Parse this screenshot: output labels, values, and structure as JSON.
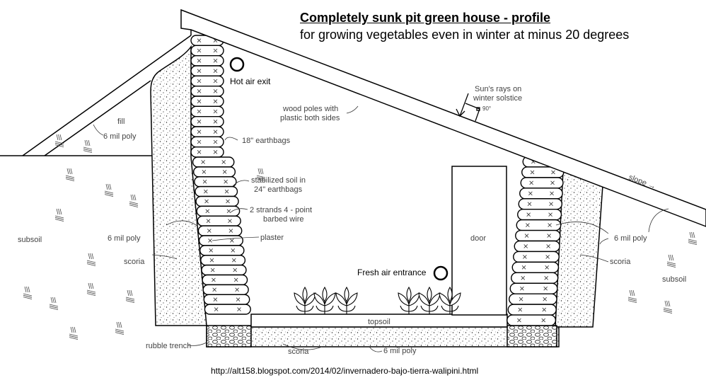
{
  "title": "Completely sunk pit green house - profile",
  "subtitle": "for growing vegetables even in winter at minus 20 degrees",
  "source_url": "http://alt158.blogspot.com/2014/02/invernadero-bajo-tierra-walipini.html",
  "labels": {
    "hot_air_exit": "Hot air exit",
    "fresh_air_entrance": "Fresh air entrance",
    "wood_poles_1": "wood poles with",
    "wood_poles_2": "plastic both sides",
    "suns_rays_1": "Sun's rays on",
    "suns_rays_2": "winter solstice",
    "angle": "90°",
    "fill": "fill",
    "poly_left_top": "6 mil poly",
    "earthbags_18": "18\" earthbags",
    "stabilized_1": "stabilized soil in",
    "stabilized_2": "24\" earthbags",
    "barbed_1": "2 strands 4 - point",
    "barbed_2": "barbed wire",
    "plaster": "plaster",
    "poly_left": "6 mil poly",
    "scoria_left": "scoria",
    "subsoil_left": "subsoil",
    "rubble_trench": "rubble trench",
    "scoria_bottom": "scoria",
    "poly_bottom": "6 mil poly",
    "topsoil": "topsoil",
    "door": "door",
    "slope": "slope →",
    "poly_right": "6 mil poly",
    "scoria_right": "scoria",
    "subsoil_right": "subsoil"
  }
}
